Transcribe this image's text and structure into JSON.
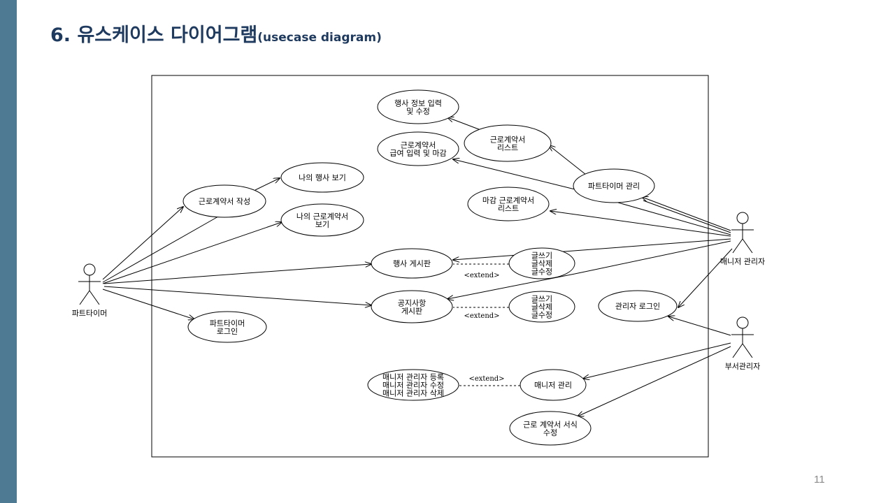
{
  "theme": {
    "accent": "#4f7a94",
    "title_color": "#1f3a5f",
    "line": "#000000"
  },
  "slide": {
    "title": "6. 유스케이스 다이어그램",
    "title_sub": "(usecase diagram)",
    "page_number": "11"
  },
  "actors": [
    {
      "id": "parttimer",
      "name": "파트타이머"
    },
    {
      "id": "manager",
      "name": "매니저 관리자"
    },
    {
      "id": "dept",
      "name": "부서관리자"
    }
  ],
  "usecases": [
    {
      "id": "uc-event-input",
      "lines": [
        "행사 정보 입력",
        "및 수정"
      ]
    },
    {
      "id": "uc-contract-list",
      "lines": [
        "근로계약서",
        "리스트"
      ]
    },
    {
      "id": "uc-salary-input",
      "lines": [
        "근로계약서",
        "급여 입력 및 마감"
      ]
    },
    {
      "id": "uc-parttimer-mgmt",
      "lines": [
        "파트타이머 관리"
      ]
    },
    {
      "id": "uc-my-event",
      "lines": [
        "나의 행사 보기"
      ]
    },
    {
      "id": "uc-contract-write",
      "lines": [
        "근로계약서 작성"
      ]
    },
    {
      "id": "uc-closed-list",
      "lines": [
        "마감 근로계약서",
        "리스트"
      ]
    },
    {
      "id": "uc-my-contract",
      "lines": [
        "나의 근로계약서",
        "보기"
      ]
    },
    {
      "id": "uc-event-board",
      "lines": [
        "행사 게시판"
      ]
    },
    {
      "id": "uc-event-board-write",
      "lines": [
        "글쓰기",
        "글삭제",
        "글수정"
      ]
    },
    {
      "id": "uc-admin-login",
      "lines": [
        "관리자 로그인"
      ]
    },
    {
      "id": "uc-notice-board",
      "lines": [
        "공지사항",
        "게시판"
      ]
    },
    {
      "id": "uc-notice-board-write",
      "lines": [
        "글쓰기",
        "글삭제",
        "글수정"
      ]
    },
    {
      "id": "uc-parttimer-login",
      "lines": [
        "파트타이머",
        "로그인"
      ]
    },
    {
      "id": "uc-manager-crud",
      "lines": [
        "매니저 관리자 등록",
        "매니저 관리자 수정",
        "매니저 관리자 삭제"
      ]
    },
    {
      "id": "uc-manager-mgmt",
      "lines": [
        "매니저 관리"
      ]
    },
    {
      "id": "uc-contract-form-edit",
      "lines": [
        "근로 계약서 서식",
        "수정"
      ]
    }
  ],
  "relations": [
    {
      "from": "parttimer",
      "to": "uc-contract-write",
      "kind": "assoc"
    },
    {
      "from": "parttimer",
      "to": "uc-my-contract",
      "kind": "assoc"
    },
    {
      "from": "parttimer",
      "to": "uc-event-board",
      "kind": "assoc"
    },
    {
      "from": "parttimer",
      "to": "uc-notice-board",
      "kind": "assoc"
    },
    {
      "from": "parttimer",
      "to": "uc-parttimer-login",
      "kind": "assoc"
    },
    {
      "from": "uc-contract-write",
      "to": "uc-my-event",
      "kind": "assoc"
    },
    {
      "from": "uc-contract-list",
      "to": "uc-event-input",
      "kind": "assoc"
    },
    {
      "from": "uc-parttimer-mgmt",
      "to": "uc-contract-list",
      "kind": "assoc"
    },
    {
      "from": "uc-parttimer-mgmt",
      "to": "uc-salary-input",
      "kind": "assoc"
    },
    {
      "from": "manager",
      "to": "uc-parttimer-mgmt",
      "kind": "assoc"
    },
    {
      "from": "manager",
      "to": "uc-closed-list",
      "kind": "assoc"
    },
    {
      "from": "manager",
      "to": "uc-event-board",
      "kind": "assoc"
    },
    {
      "from": "manager",
      "to": "uc-notice-board",
      "kind": "assoc"
    },
    {
      "from": "manager",
      "to": "uc-admin-login",
      "kind": "assoc"
    },
    {
      "from": "dept",
      "to": "uc-admin-login",
      "kind": "assoc"
    },
    {
      "from": "dept",
      "to": "uc-manager-mgmt",
      "kind": "assoc"
    },
    {
      "from": "dept",
      "to": "uc-contract-form-edit",
      "kind": "assoc"
    },
    {
      "from": "uc-event-board-write",
      "to": "uc-event-board",
      "kind": "extend",
      "label": "<extend>"
    },
    {
      "from": "uc-notice-board-write",
      "to": "uc-notice-board",
      "kind": "extend",
      "label": "<extend>"
    },
    {
      "from": "uc-manager-mgmt",
      "to": "uc-manager-crud",
      "kind": "extend",
      "label": "<extend>"
    }
  ]
}
